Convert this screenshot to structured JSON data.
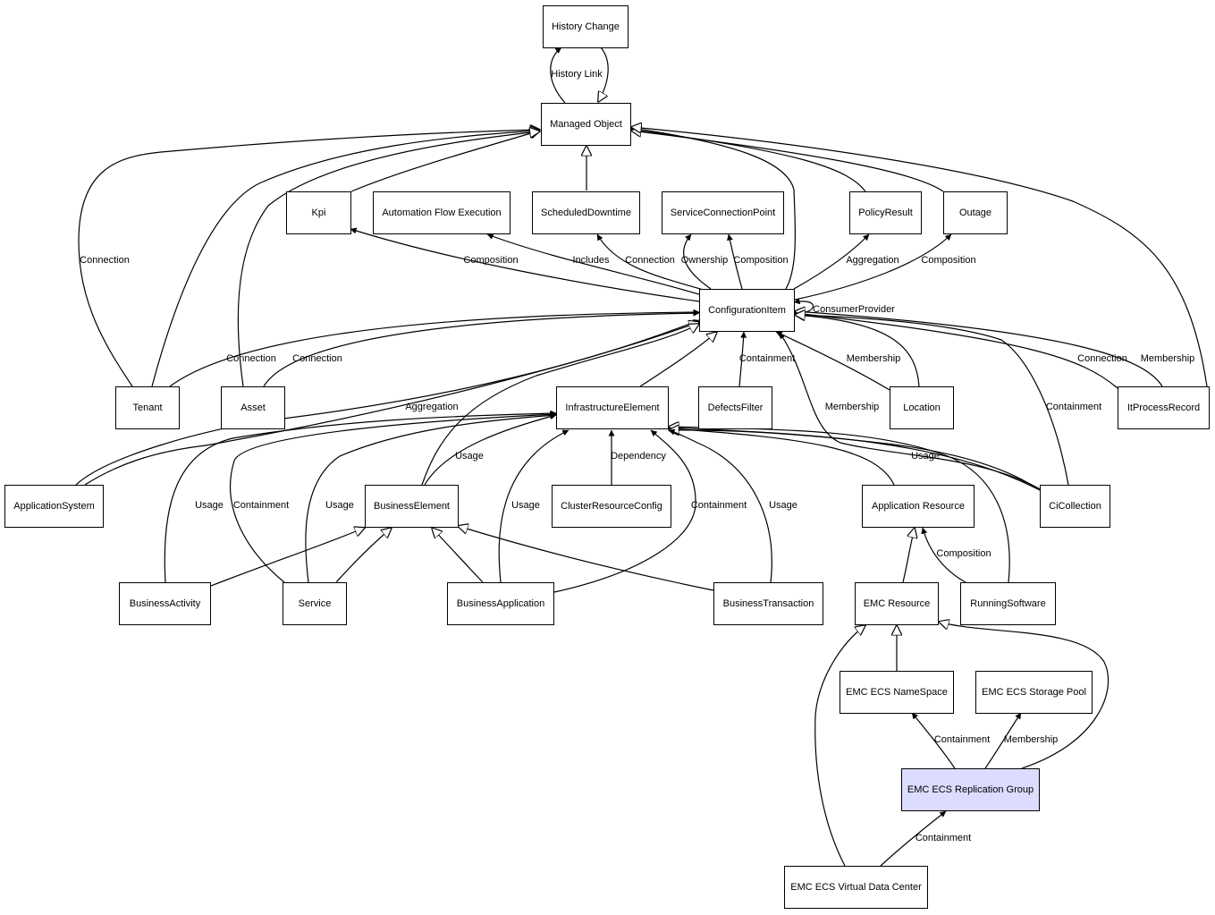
{
  "diagram": {
    "nodes": [
      {
        "id": "history_change",
        "label": "History Change"
      },
      {
        "id": "managed_object",
        "label": "Managed Object"
      },
      {
        "id": "kpi",
        "label": "Kpi"
      },
      {
        "id": "automation_flow",
        "label": "Automation Flow Execution"
      },
      {
        "id": "scheduled_downtime",
        "label": "ScheduledDowntime"
      },
      {
        "id": "service_connection_point",
        "label": "ServiceConnectionPoint"
      },
      {
        "id": "policy_result",
        "label": "PolicyResult"
      },
      {
        "id": "outage",
        "label": "Outage"
      },
      {
        "id": "configuration_item",
        "label": "ConfigurationItem"
      },
      {
        "id": "tenant",
        "label": "Tenant"
      },
      {
        "id": "asset",
        "label": "Asset"
      },
      {
        "id": "infrastructure_element",
        "label": "InfrastructureElement"
      },
      {
        "id": "defects_filter",
        "label": "DefectsFilter"
      },
      {
        "id": "location",
        "label": "Location"
      },
      {
        "id": "itprocess_record",
        "label": "ItProcessRecord"
      },
      {
        "id": "application_system",
        "label": "ApplicationSystem"
      },
      {
        "id": "business_element",
        "label": "BusinessElement"
      },
      {
        "id": "cluster_resource_config",
        "label": "ClusterResourceConfig"
      },
      {
        "id": "application_resource",
        "label": "Application Resource"
      },
      {
        "id": "ci_collection",
        "label": "CiCollection"
      },
      {
        "id": "business_activity",
        "label": "BusinessActivity"
      },
      {
        "id": "service",
        "label": "Service"
      },
      {
        "id": "business_application",
        "label": "BusinessApplication"
      },
      {
        "id": "business_transaction",
        "label": "BusinessTransaction"
      },
      {
        "id": "emc_resource",
        "label": "EMC Resource"
      },
      {
        "id": "running_software",
        "label": "RunningSoftware"
      },
      {
        "id": "emc_ecs_namespace",
        "label": "EMC ECS NameSpace"
      },
      {
        "id": "emc_ecs_storage_pool",
        "label": "EMC ECS Storage Pool"
      },
      {
        "id": "emc_ecs_replication_group",
        "label": "EMC ECS Replication Group",
        "highlight": true
      },
      {
        "id": "emc_ecs_vdc",
        "label": "EMC ECS Virtual Data Center"
      }
    ],
    "edge_labels": [
      {
        "id": "history_link",
        "text": "History Link"
      },
      {
        "id": "tenant_mo_connection",
        "text": "Connection"
      },
      {
        "id": "ci_kpi_composition",
        "text": "Composition"
      },
      {
        "id": "ci_afe_includes",
        "text": "Includes"
      },
      {
        "id": "ci_sd_connection",
        "text": "Connection"
      },
      {
        "id": "ci_scp_ownership",
        "text": "Ownership"
      },
      {
        "id": "ci_scp_composition",
        "text": "Composition"
      },
      {
        "id": "ci_pr_aggregation",
        "text": "Aggregation"
      },
      {
        "id": "ci_outage_composition",
        "text": "Composition"
      },
      {
        "id": "ci_consumer_provider",
        "text": "ConsumerProvider"
      },
      {
        "id": "tenant_ci_connection",
        "text": "Connection"
      },
      {
        "id": "asset_ci_connection",
        "text": "Connection"
      },
      {
        "id": "df_ci_containment",
        "text": "Containment"
      },
      {
        "id": "loc_ci_membership",
        "text": "Membership"
      },
      {
        "id": "ipr_ci_connection",
        "text": "Connection"
      },
      {
        "id": "ipr_ci_membership",
        "text": "Membership"
      },
      {
        "id": "as_ci_aggregation",
        "text": "Aggregation"
      },
      {
        "id": "cc_ci_membership",
        "text": "Membership"
      },
      {
        "id": "cc_ci_containment",
        "text": "Containment"
      },
      {
        "id": "be_ie_usage",
        "text": "Usage"
      },
      {
        "id": "crc_ie_dependency",
        "text": "Dependency"
      },
      {
        "id": "cc_ie_usage",
        "text": "Usage"
      },
      {
        "id": "ba_ie_usage",
        "text": "Usage"
      },
      {
        "id": "svc_ie_containment",
        "text": "Containment"
      },
      {
        "id": "svc_ie_usage",
        "text": "Usage"
      },
      {
        "id": "bapp_ie_usage",
        "text": "Usage"
      },
      {
        "id": "bapp_ie_containment",
        "text": "Containment"
      },
      {
        "id": "bt_ie_usage",
        "text": "Usage"
      },
      {
        "id": "rs_ar_composition",
        "text": "Composition"
      },
      {
        "id": "rg_ns_containment",
        "text": "Containment"
      },
      {
        "id": "rg_sp_membership",
        "text": "Membership"
      },
      {
        "id": "vdc_rg_containment",
        "text": "Containment"
      }
    ]
  }
}
